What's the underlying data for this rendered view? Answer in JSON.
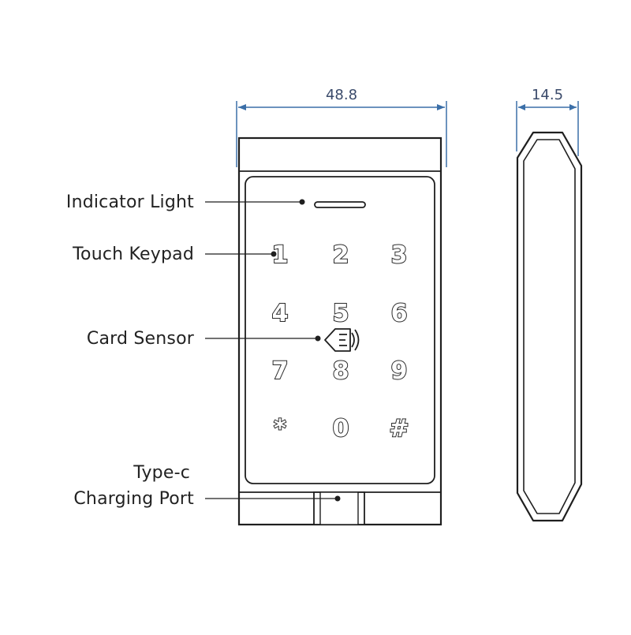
{
  "colors": {
    "outline": "#1f1f1f",
    "dimension_line": "#3b6fa8",
    "dimension_text": "#3a4a6a",
    "label_text": "#222222",
    "background": "#ffffff"
  },
  "dimensions": {
    "front_width": "48.8",
    "side_depth": "14.5"
  },
  "callouts": {
    "indicator_light": "Indicator Light",
    "touch_keypad": "Touch Keypad",
    "card_sensor": "Card Sensor",
    "charging_port_line1": "Type-c",
    "charging_port_line2": "Charging Port"
  },
  "keypad": {
    "keys": [
      "1",
      "2",
      "3",
      "4",
      "5",
      "6",
      "7",
      "8",
      "9",
      "*",
      "0",
      "#"
    ]
  },
  "icons": {
    "card_sensor": "hand-card-icon",
    "charging_port": "usb-c-port-icon",
    "indicator": "indicator-light-bar"
  }
}
